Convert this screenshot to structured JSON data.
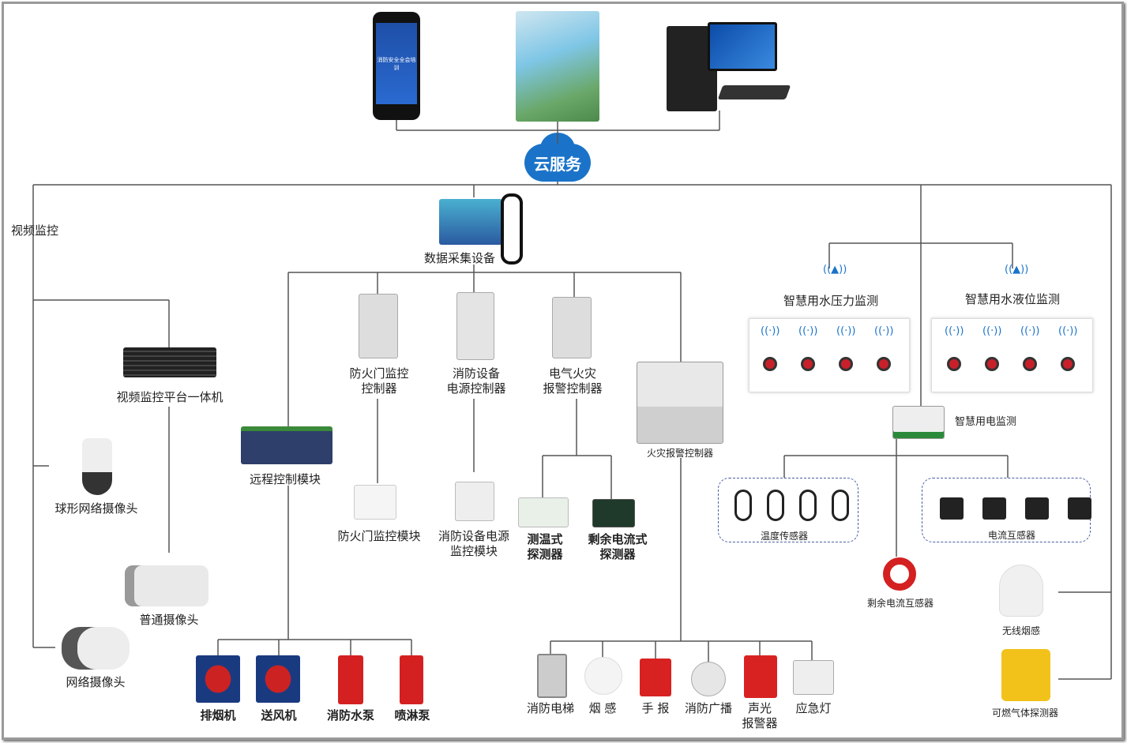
{
  "top": {
    "phone_screen_text": "消防安全全会培训",
    "cloud": "云服务"
  },
  "video": {
    "title": "视频监控",
    "nvr": "视频监控平台一体机",
    "dome": "球形网络摄像头",
    "bullet": "普通摄像头",
    "network": "网络摄像头"
  },
  "collector": "数据采集设备",
  "controllers": {
    "door": [
      "防火门监控",
      "控制器"
    ],
    "power": [
      "消防设备",
      "电源控制器"
    ],
    "electric": [
      "电气火灾",
      "报警控制器"
    ],
    "fire": "火灾报警控制器",
    "remote": "远程控制模块"
  },
  "modules": {
    "door": "防火门监控模块",
    "power": [
      "消防设备电源",
      "监控模块"
    ],
    "temp": [
      "测温式",
      "探测器"
    ],
    "residual": [
      "剩余电流式",
      "探测器"
    ]
  },
  "remote_devices": [
    "排烟机",
    "送风机",
    "消防水泵",
    "喷淋泵"
  ],
  "fire_devices": [
    "消防电梯",
    "烟 感",
    "手 报",
    "消防广播",
    "声光\n报警器",
    "应急灯"
  ],
  "water": {
    "pressure": "智慧用水压力监测",
    "level": "智慧用水液位监测"
  },
  "electricity": {
    "title": "智慧用电监测",
    "temp_sensor": "温度传感器",
    "ct": "电流互感器",
    "rct": "剩余电流互感器"
  },
  "others": {
    "smoke": "无线烟感",
    "gas": "可燃气体探测器"
  },
  "colors": {
    "accent": "#1a73c9",
    "line": "#555555",
    "sensor": "#c8202a"
  }
}
